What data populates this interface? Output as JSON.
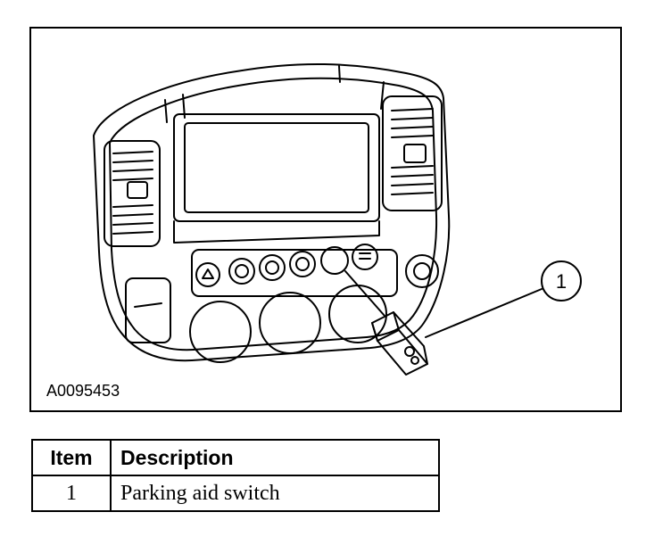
{
  "figure": {
    "id_label": "A0095453",
    "callout_number": "1"
  },
  "legend_table": {
    "headers": [
      "Item",
      "Description"
    ],
    "rows": [
      {
        "item": "1",
        "description": "Parking aid switch"
      }
    ]
  }
}
